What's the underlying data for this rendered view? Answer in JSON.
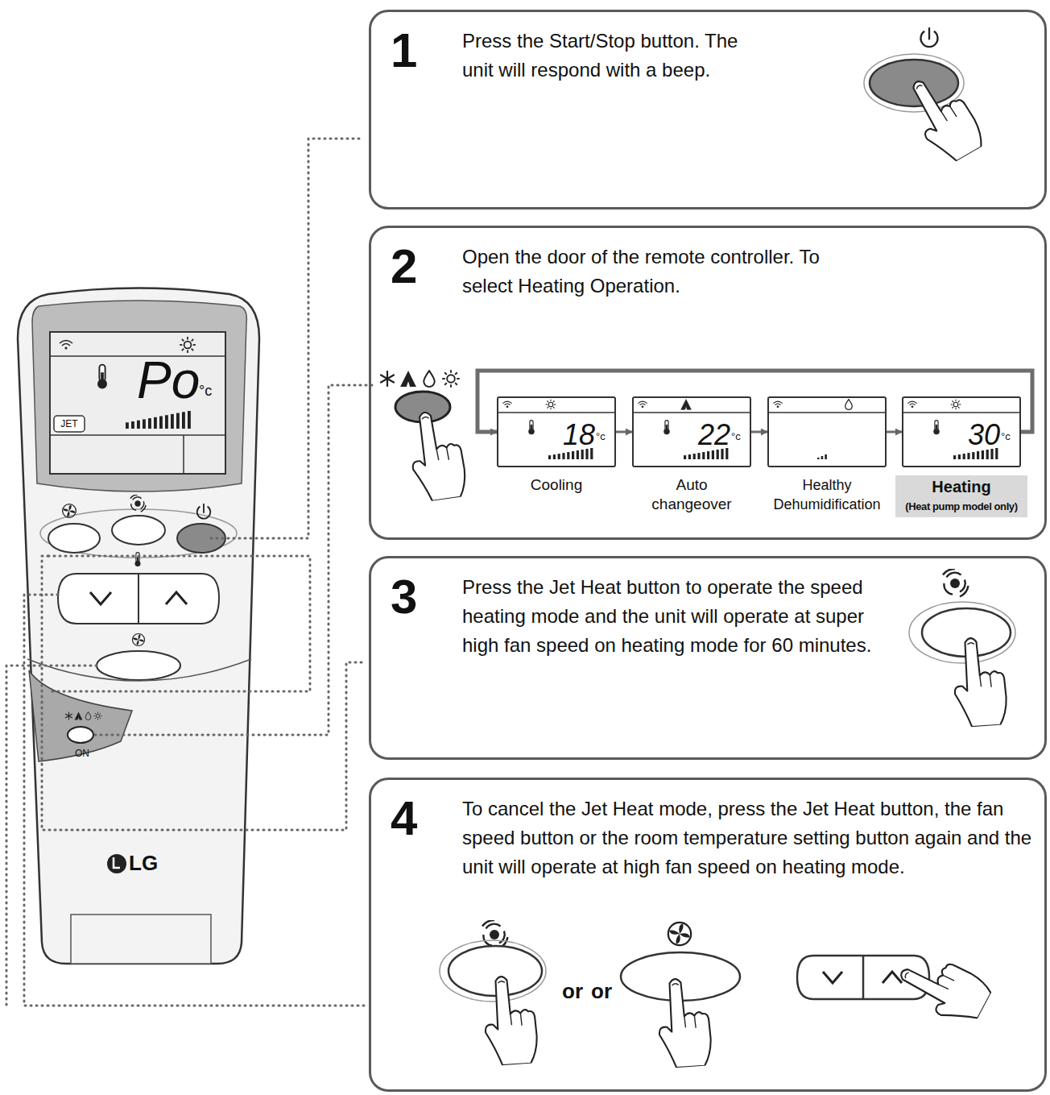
{
  "diagram": {
    "nodes": [
      {
        "text": [
          "1",
          "Press the Start/Stop button. The unit will respond with a beep."
        ]
      },
      {
        "text": [
          "2",
          "Open the door of the remote controller. To select Heating Operation."
        ]
      },
      {
        "text": [
          "18",
          "°c",
          "Cooling"
        ],
        "in": 1
      },
      {
        "text": [
          "22",
          "°c",
          "Auto changeover"
        ],
        "in": 1
      },
      {
        "text": [
          "Healthy Dehumidification"
        ],
        "in": 1
      },
      {
        "text": [
          "30",
          "°c",
          "Heating",
          "(Heat pump model only)"
        ],
        "in": 1
      },
      {
        "text": [
          "3",
          "Press the Jet Heat button to operate the speed heating mode and the unit will operate at super high fan speed on heating mode for 60 minutes."
        ]
      },
      {
        "text": [
          "4",
          "To cancel the Jet Heat mode, press the Jet Heat button, the fan speed button or the room temperature setting button again and the unit will operate at high fan speed on heating mode."
        ]
      }
    ],
    "edges": [
      {
        "from": 2,
        "to": 3,
        "arrow": "to"
      },
      {
        "from": 3,
        "to": 4,
        "arrow": "to"
      },
      {
        "from": 4,
        "to": 5,
        "arrow": "to"
      },
      {
        "from": 5,
        "to": 2,
        "arrow": "to"
      }
    ],
    "labels": [
      "Po",
      "°c",
      "JET",
      "ON",
      "LG",
      "or",
      "or"
    ]
  }
}
